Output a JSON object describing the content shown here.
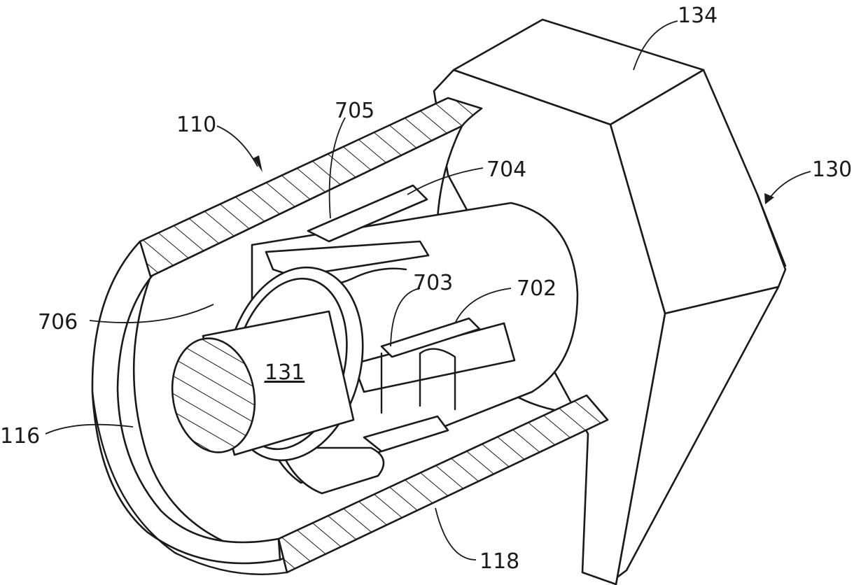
{
  "labels": {
    "l110": "110",
    "l134": "134",
    "l130": "130",
    "l705": "705",
    "l704": "704",
    "l703": "703",
    "l702": "702",
    "l706": "706",
    "l131": "131",
    "l116": "116",
    "l118": "118"
  }
}
